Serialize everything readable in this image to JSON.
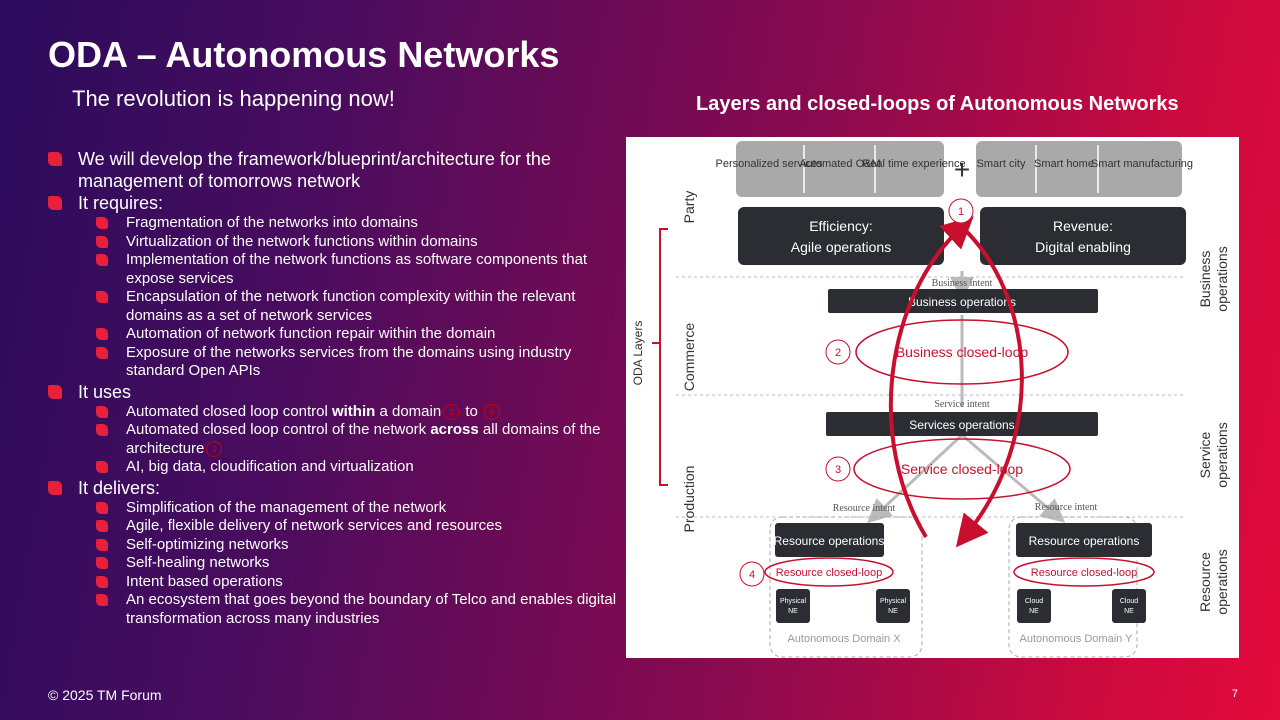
{
  "title": "ODA – Autonomous Networks",
  "subtitle": "The revolution is happening now!",
  "diagram_title": "Layers and closed-loops of Autonomous Networks",
  "bullets": [
    {
      "pre": "We will develop the framework/blueprint/architecture for the management of tomorrows network",
      "children": []
    },
    {
      "pre": "It requires:",
      "children": [
        {
          "pre": "Fragmentation of the networks into domains"
        },
        {
          "pre": "Virtualization of the network functions within domains"
        },
        {
          "pre": "Implementation of the network functions as software components that expose services"
        },
        {
          "pre": "Encapsulation of the network function complexity within the relevant domains as a set of network services"
        },
        {
          "pre": "Automation of network function repair within the domain"
        },
        {
          "pre": "Exposure of the networks services from the domains using industry standard Open APIs"
        }
      ]
    },
    {
      "pre": "It uses",
      "children": [
        {
          "pre": "Automated closed loop control ",
          "bold": "within",
          "post": " a domain",
          "n1": "2",
          "mid": " to ",
          "n2": "4"
        },
        {
          "pre": "Automated closed loop control of the network ",
          "bold": "across",
          "post": " all domains of the architecture",
          "n1": "1"
        },
        {
          "pre": "AI, big data, cloudification and virtualization"
        }
      ]
    },
    {
      "pre": "It delivers:",
      "children": [
        {
          "pre": "Simplification of the management of the network"
        },
        {
          "pre": "Agile, flexible delivery of network services and resources"
        },
        {
          "pre": "Self-optimizing networks"
        },
        {
          "pre": "Self-healing networks"
        },
        {
          "pre": "Intent based operations"
        },
        {
          "pre": "An ecosystem that goes beyond the boundary of Telco and enables digital transformation across many industries"
        }
      ]
    }
  ],
  "footer": "© 2025 TM Forum",
  "page_number": "7",
  "diagram": {
    "top_left": [
      "Personalized services",
      "Automated O&M",
      "Real time experience"
    ],
    "plus": "+",
    "top_right": [
      "Smart city",
      "Smart home",
      "Smart manufacturing"
    ],
    "efficiency": [
      "Efficiency:",
      "Agile operations"
    ],
    "revenue": [
      "Revenue:",
      "Digital enabling"
    ],
    "oda_layers": "ODA Layers",
    "party": "Party",
    "commerce": "Commerce",
    "production": "Production",
    "business_operations_side": [
      "Business",
      "operations"
    ],
    "service_operations_side": [
      "Service",
      "operations"
    ],
    "resource_operations_side": [
      "Resource",
      "operations"
    ],
    "business_intent": "Business intent",
    "business_ops": "Business operations",
    "business_loop": "Business closed-loop",
    "service_intent": "Service intent",
    "services_ops": "Services operations",
    "service_loop": "Service closed-loop",
    "resource_intent": "Resource intent",
    "resource_ops_x": "Resource  operations",
    "resource_ops_y": "Resource operations",
    "resource_loop": "Resource closed-loop",
    "physical_ne": [
      "Physical",
      "NE"
    ],
    "cloud_ne": [
      "Cloud",
      "NE"
    ],
    "domain_x": "Autonomous Domain X",
    "domain_y": "Autonomous Domain Y",
    "loop_numbers": [
      "1",
      "2",
      "3",
      "4"
    ]
  }
}
